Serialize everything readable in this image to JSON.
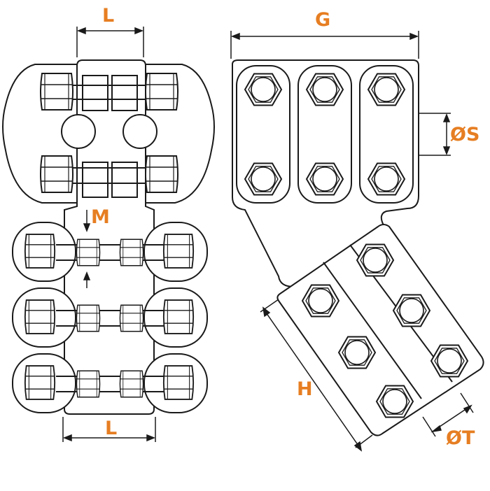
{
  "accent_color": "#e67e22",
  "line_color": "#1a1a1a",
  "labels": {
    "top_width": "L",
    "bolt_size": "M",
    "bottom_width": "L",
    "pad_width": "G",
    "hole_spacing": "ØS",
    "pad_length": "H",
    "hole_dia": "ØT"
  }
}
